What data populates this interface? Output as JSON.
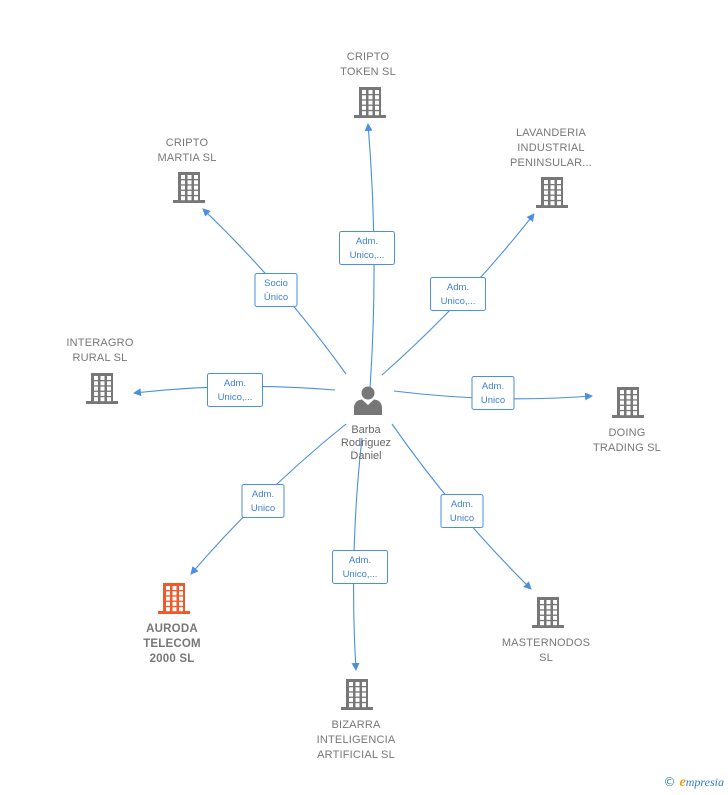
{
  "colors": {
    "edge": "#4a8fe0",
    "building": "#777777",
    "building_main": "#f05a28",
    "person": "#777777"
  },
  "center": {
    "lines": [
      "Barba",
      "Rodriguez",
      "Daniel"
    ],
    "icon": "person-icon"
  },
  "nodes": [
    {
      "id": "cripto-token",
      "lines": [
        "CRIPTO",
        "TOKEN  SL"
      ],
      "main": false
    },
    {
      "id": "lavanderia",
      "lines": [
        "LAVANDERIA",
        "INDUSTRIAL",
        "PENINSULAR..."
      ],
      "main": false
    },
    {
      "id": "doing-trading",
      "lines": [
        "DOING",
        "TRADING  SL"
      ],
      "main": false
    },
    {
      "id": "masternodos",
      "lines": [
        "MASTERNODOS",
        "SL"
      ],
      "main": false
    },
    {
      "id": "bizarra",
      "lines": [
        "BIZARRA",
        "INTELIGENCIA",
        "ARTIFICIAL  SL"
      ],
      "main": false
    },
    {
      "id": "auroda",
      "lines": [
        "AURODA",
        "TELECOM",
        "2000  SL"
      ],
      "main": true
    },
    {
      "id": "interagro",
      "lines": [
        "INTERAGRO",
        "RURAL  SL"
      ],
      "main": false
    },
    {
      "id": "cripto-martia",
      "lines": [
        "CRIPTO",
        "MARTIA  SL"
      ],
      "main": false
    }
  ],
  "edges": [
    {
      "target": "cripto-token",
      "lines": [
        "Adm.",
        "Unico,..."
      ]
    },
    {
      "target": "lavanderia",
      "lines": [
        "Adm.",
        "Unico,..."
      ]
    },
    {
      "target": "doing-trading",
      "lines": [
        "Adm.",
        "Unico"
      ]
    },
    {
      "target": "masternodos",
      "lines": [
        "Adm.",
        "Unico"
      ]
    },
    {
      "target": "bizarra",
      "lines": [
        "Adm.",
        "Unico,..."
      ]
    },
    {
      "target": "auroda",
      "lines": [
        "Adm.",
        "Unico"
      ]
    },
    {
      "target": "interagro",
      "lines": [
        "Adm.",
        "Unico,..."
      ]
    },
    {
      "target": "cripto-martia",
      "lines": [
        "Socio",
        "Único"
      ]
    }
  ],
  "brand": {
    "copyright": "©",
    "initial": "e",
    "rest": "mpresia"
  }
}
